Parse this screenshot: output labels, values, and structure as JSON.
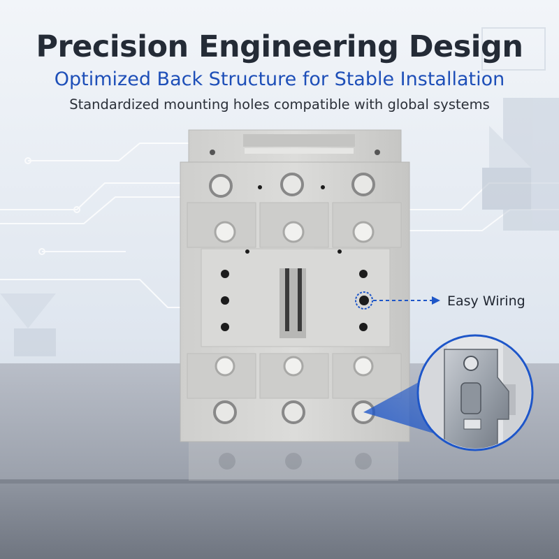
{
  "header": {
    "title": "Precision Engineering Design",
    "subtitle": "Optimized Back Structure for Stable Installation",
    "tagline": "Standardized mounting holes compatible with global systems"
  },
  "callout": {
    "label": "Easy Wiring"
  },
  "colors": {
    "title": "#242b36",
    "subtitle": "#1e4fb8",
    "accent_blue": "#1e56c8",
    "device_gray": "#d8d8d6",
    "shelf_gray": "#a3a8b3"
  }
}
